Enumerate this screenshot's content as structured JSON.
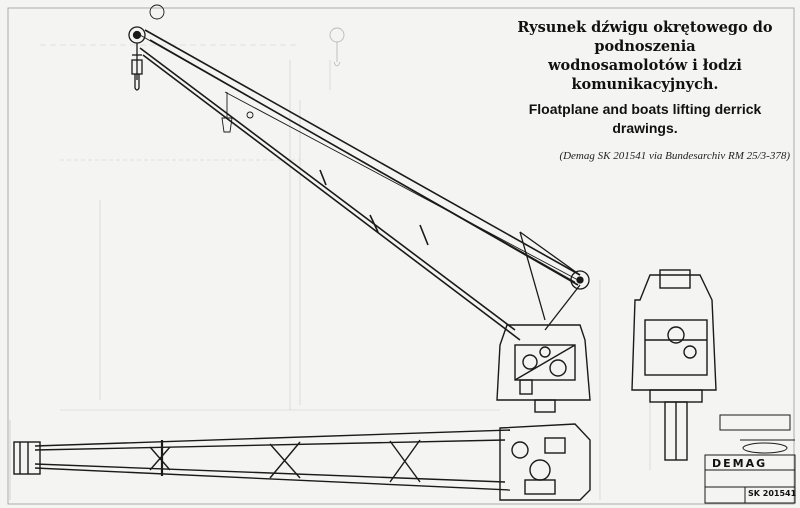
{
  "title_polish_line1": "Rysunek dźwigu okrętowego do podnoszenia",
  "title_polish_line2": "wodnosamolotów i łodzi komunikacyjnych.",
  "title_english": "Floatplane and boats lifting derrick drawings.",
  "source": "(Demag SK 201541 via Bundesarchiv RM 25/3-378)",
  "title_block": {
    "company": "DEMAG",
    "drawing_number": "SK 201541"
  },
  "colors": {
    "paper": "#f4f4f2",
    "ink": "#1a1a1a"
  }
}
